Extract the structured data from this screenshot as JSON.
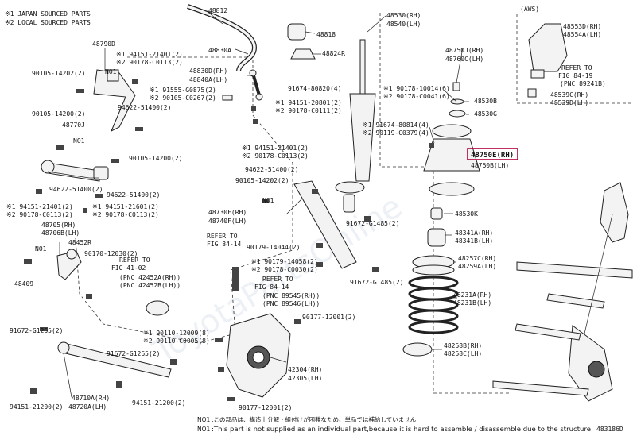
{
  "legend": {
    "japan": "※1 JAPAN SOURCED PARTS",
    "local": "※2 LOCAL SOURCED PARTS"
  },
  "inset_label": "(AWS)",
  "highlight_color": "#b0003a",
  "callouts": {
    "p48812": "48812",
    "p48830A": "48830A",
    "p48818": "48818",
    "p48824R": "48824R",
    "p48830D": "48830D(RH)",
    "p48840A": "48840A(LH)",
    "p91674_80820": "91674-80820(4)",
    "p48530": "48530(RH)",
    "p48540": "48540(LH)",
    "p48553D": "48553D(RH)",
    "p48554A": "48554A(LH)",
    "p48750J": "48750J(RH)",
    "p48760C": "48760C(LH)",
    "refer_84_19": "REFER TO",
    "fig_84_19": "FIG 84-19",
    "pnc_89241B": "(PNC 89241B)",
    "p48539C": "48539C(RH)",
    "p48539D": "48539D(LH)",
    "p48790D": "48790D",
    "p94151_21401_a": "※1 94151-21401(2)",
    "p90178_c0113_a": "※2 90178-C0113(2)",
    "p90105_14202_a": "90105-14202(2)",
    "no1_a": "NO1",
    "p91555_g0875": "※1 91555-G0875(2)",
    "p90105_c0267": "※2 90105-C0267(2)",
    "p94622_51400_a": "94622-51400(2)",
    "p94151_20801": "※1 94151-20801(2)",
    "p90178_c0111": "※2 90178-C0111(2)",
    "p90178_10014": "※1 90178-10014(6)",
    "p90178_c0041": "※2 90178-C0041(6)",
    "p48530B": "48530B",
    "p48530G": "48530G",
    "p90105_14200_a": "90105-14200(2)",
    "p48770J": "48770J",
    "no1_b": "NO1",
    "p91674_80814": "※1 91674-80814(4)",
    "p90119_c0379": "※2 90119-C0379(4)",
    "p48750E": "48750E(RH)",
    "p48760B": "48760B(LH)",
    "p90105_14200_b": "90105-14200(2)",
    "p94151_21401_b": "※1 94151-21401(2)",
    "p90178_c0113_b": "※2 90178-C0113(2)",
    "p94622_51400_b": "94622-51400(2)",
    "p90105_14202_b": "90105-14202(2)",
    "p94622_51400_c": "94622-51400(2)",
    "p94622_51400_d": "94622-51400(2)",
    "no1_c": "NO1",
    "p94151_21401_c": "※1 94151-21401(2)",
    "p90178_c0113_c": "※2 90178-C0113(2)",
    "p94151_21601": "※1 94151-21601(2)",
    "p90178_c0113_d": "※2 90178-C0113(2)",
    "p48730F": "48730F(RH)",
    "p48740F": "48740F(LH)",
    "p48530K": "48530K",
    "p48705": "48705(RH)",
    "p48706B": "48706B(LH)",
    "p91672_g1485_a": "91672-G1485(2)",
    "p48341A": "48341A(RH)",
    "p48341B": "48341B(LH)",
    "p48452R": "48452R",
    "refer_84_14a": "REFER TO",
    "fig_84_14a": "FIG 84-14",
    "p90179_14044": "90179-14044(2)",
    "no1_d": "NO1",
    "p90170_12030": "90170-12030(2)",
    "refer_41_02": "REFER TO",
    "fig_41_02": "FIG 41-02",
    "pnc_42452A": "(PNC 42452A(RH))",
    "pnc_42452B": "(PNC 42452B(LH))",
    "p90179_14058": "※1 90179-14058(2)",
    "p90178_c0030": "※2 90178-C0030(2)",
    "p48257C": "48257C(RH)",
    "p48259A": "48259A(LH)",
    "p48409": "48409",
    "refer_84_14b": "REFER TO",
    "fig_84_14b": "FIG 84-14",
    "pnc_89545": "(PNC 89545(RH))",
    "pnc_89546": "(PNC 89546(LH))",
    "p91672_g1485_b": "91672-G1485(2)",
    "p48231A": "48231A(RH)",
    "p48231B": "48231B(LH)",
    "p91672_g1265_a": "91672-G1265(2)",
    "p90110_12009": "※1 90110-12009(8)",
    "p90110_c0005": "※2 90110-C0005(8)",
    "p90177_12001_a": "90177-12001(2)",
    "p48258B": "48258B(RH)",
    "p48258C": "48258C(LH)",
    "p91672_g1265_b": "91672-G1265(2)",
    "p42304": "42304(RH)",
    "p42305": "42305(LH)",
    "p48710A": "48710A(RH)",
    "p48720A": "48720A(LH)",
    "p94151_21200_a": "94151-21200(2)",
    "p94151_21200_b": "94151-21200(2)",
    "p90177_12001_b": "90177-12001(2)"
  },
  "footnotes": {
    "n1_code": "NO1",
    "n1_jp": ":この部品は、構造上分解・組付けが困難なため、単品では補給していません",
    "n2_code": "NO1",
    "n2_en": ":This part is not supplied as an individual part,because it is hard to assemble / disassemble due to the structure",
    "figure_id": "483186D"
  },
  "watermark": "ToyotaPartsOnline"
}
